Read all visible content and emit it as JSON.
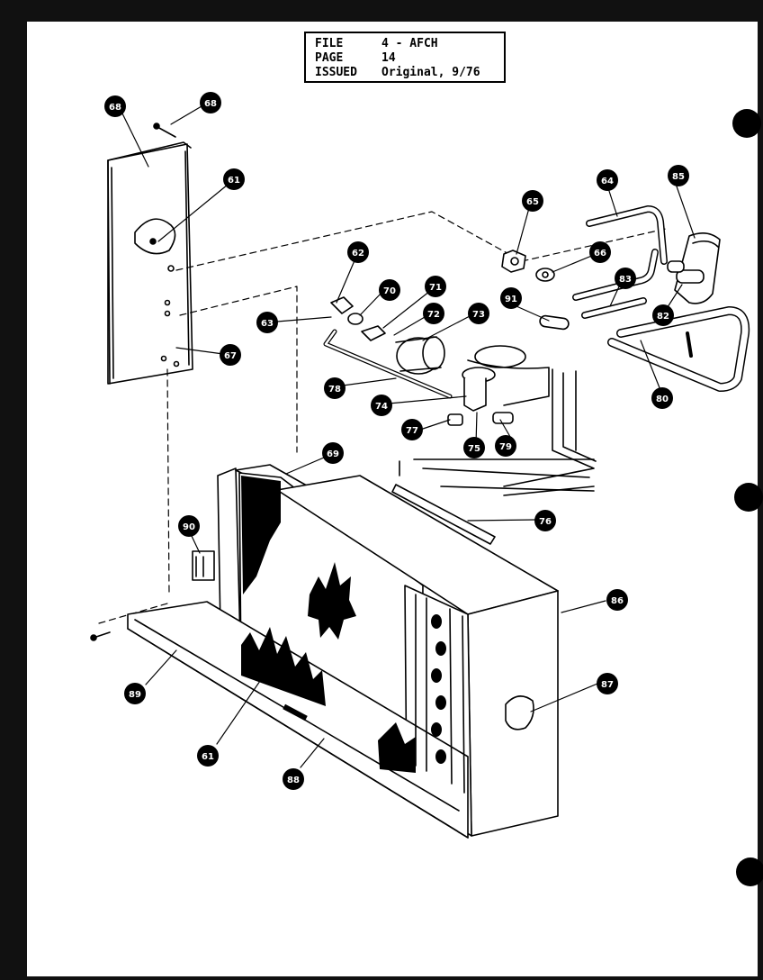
{
  "header": {
    "rows": [
      {
        "label": "FILE",
        "value": "4 - AFCH"
      },
      {
        "label": "PAGE",
        "value": "14"
      },
      {
        "label": "ISSUED",
        "value": "Original, 9/76"
      }
    ]
  },
  "callouts": [
    {
      "id": "c68a",
      "number": "68"
    },
    {
      "id": "c68b",
      "number": "68"
    },
    {
      "id": "c61a",
      "number": "61"
    },
    {
      "id": "c67",
      "number": "67"
    },
    {
      "id": "c62",
      "number": "62"
    },
    {
      "id": "c70",
      "number": "70"
    },
    {
      "id": "c63",
      "number": "63"
    },
    {
      "id": "c71",
      "number": "71"
    },
    {
      "id": "c72",
      "number": "72"
    },
    {
      "id": "c73",
      "number": "73"
    },
    {
      "id": "c91",
      "number": "91"
    },
    {
      "id": "c65",
      "number": "65"
    },
    {
      "id": "c64",
      "number": "64"
    },
    {
      "id": "c85",
      "number": "85"
    },
    {
      "id": "c66",
      "number": "66"
    },
    {
      "id": "c83",
      "number": "83"
    },
    {
      "id": "c82",
      "number": "82"
    },
    {
      "id": "c80",
      "number": "80"
    },
    {
      "id": "c78",
      "number": "78"
    },
    {
      "id": "c74",
      "number": "74"
    },
    {
      "id": "c77",
      "number": "77"
    },
    {
      "id": "c75",
      "number": "75"
    },
    {
      "id": "c79",
      "number": "79"
    },
    {
      "id": "c69",
      "number": "69"
    },
    {
      "id": "c76",
      "number": "76"
    },
    {
      "id": "c90",
      "number": "90"
    },
    {
      "id": "c86",
      "number": "86"
    },
    {
      "id": "c87",
      "number": "87"
    },
    {
      "id": "c89",
      "number": "89"
    },
    {
      "id": "c61b",
      "number": "61"
    },
    {
      "id": "c88",
      "number": "88"
    }
  ]
}
